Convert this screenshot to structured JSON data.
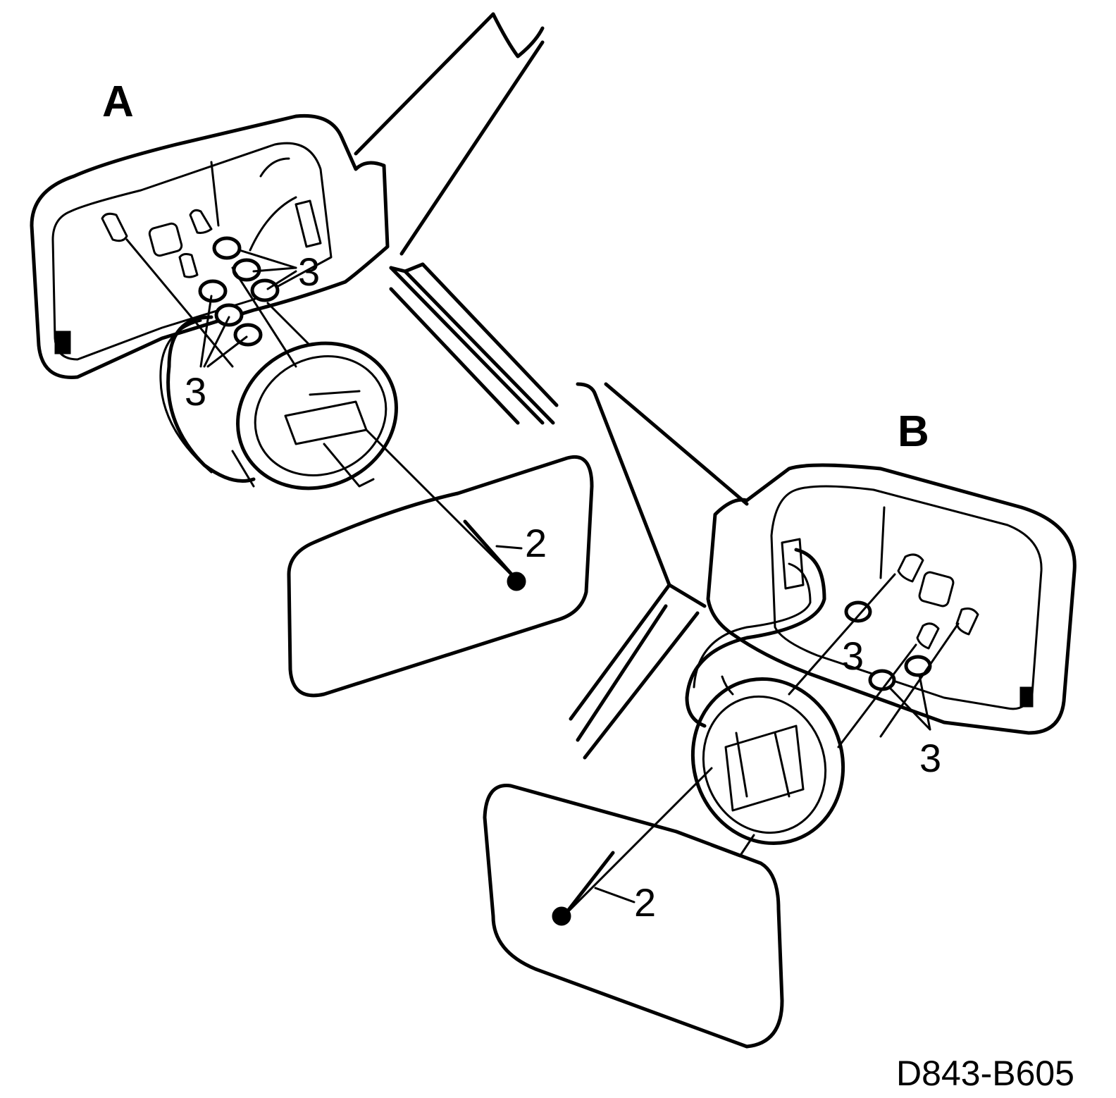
{
  "views": {
    "a": {
      "label": "A",
      "callout_bolt": "2",
      "callout_washers_upper": "3",
      "callout_washers_lower": "3"
    },
    "b": {
      "label": "B",
      "callout_bolt": "2",
      "callout_washers_upper": "3",
      "callout_washers_lower": "3"
    }
  },
  "reference_code": "D843-B605",
  "colors": {
    "line": "#000000",
    "background": "#ffffff"
  }
}
